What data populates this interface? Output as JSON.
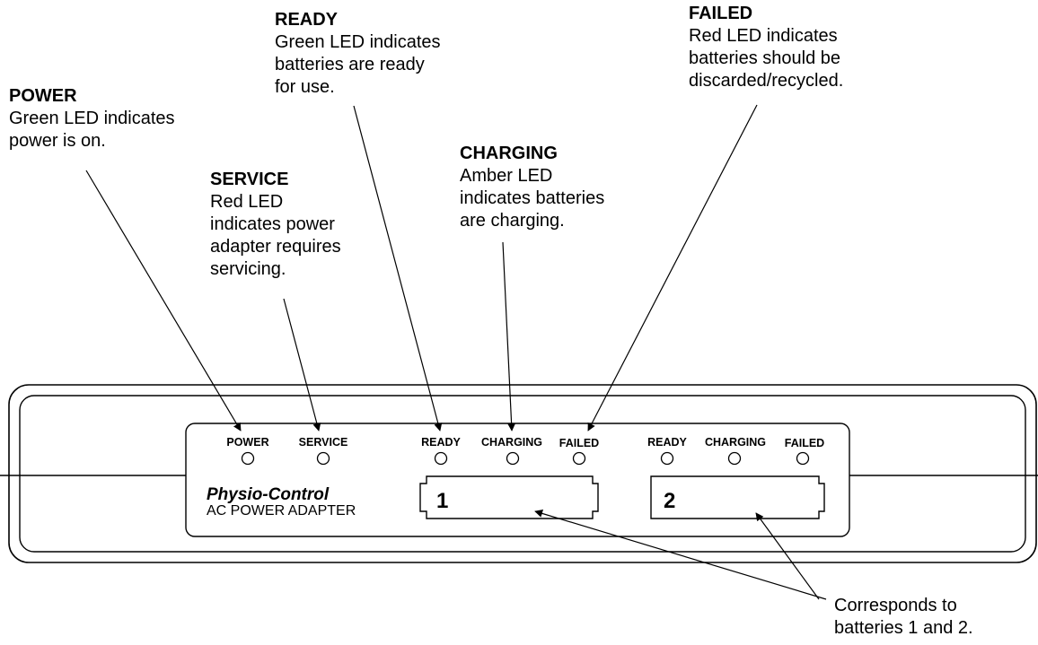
{
  "callouts": {
    "power": {
      "heading": "POWER",
      "lines": [
        "Green LED indicates",
        "power is on."
      ]
    },
    "service": {
      "heading": "SERVICE",
      "lines": [
        "Red LED",
        "indicates power",
        "adapter requires",
        "servicing."
      ]
    },
    "ready": {
      "heading": "READY",
      "lines": [
        "Green LED indicates",
        "batteries are ready",
        "for use."
      ]
    },
    "charging": {
      "heading": "CHARGING",
      "lines": [
        "Amber LED",
        "indicates batteries",
        "are charging."
      ]
    },
    "failed": {
      "heading": "FAILED",
      "lines": [
        "Red LED indicates",
        "batteries should be",
        "discarded/recycled."
      ]
    },
    "batteries": {
      "lines": [
        "Corresponds to",
        "batteries 1 and 2."
      ]
    }
  },
  "device": {
    "brand": "Physio-Control",
    "subtitle": "AC POWER ADAPTER",
    "led_labels": {
      "power": "POWER",
      "service": "SERVICE",
      "ready": "READY",
      "charging": "CHARGING",
      "failed": "FAILED"
    },
    "slots": [
      "1",
      "2"
    ]
  },
  "colors": {
    "ink": "#000000",
    "background": "#ffffff"
  }
}
